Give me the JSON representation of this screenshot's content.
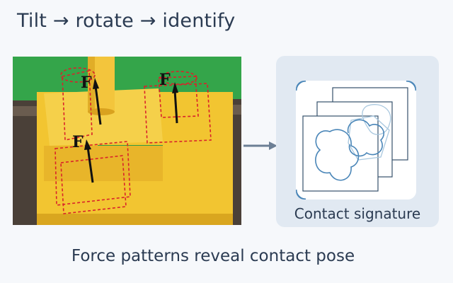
{
  "title": "Tilt → rotate → identify",
  "caption": "Force patterns reveal contact pose",
  "panel": {
    "label": "Contact signature"
  },
  "photo": {
    "force_label": "F"
  },
  "colors": {
    "background": "#f6f8fb",
    "panel": "#e1e9f2",
    "flow_arrow": "#6c7f95",
    "outline_dash": "#d9222a",
    "plate": "#f2c531",
    "green_mat": "#34a54a",
    "signature_line": "#4a86b8",
    "frame_line": "#35506b"
  },
  "icons": {
    "flow": "right-arrow-icon"
  }
}
